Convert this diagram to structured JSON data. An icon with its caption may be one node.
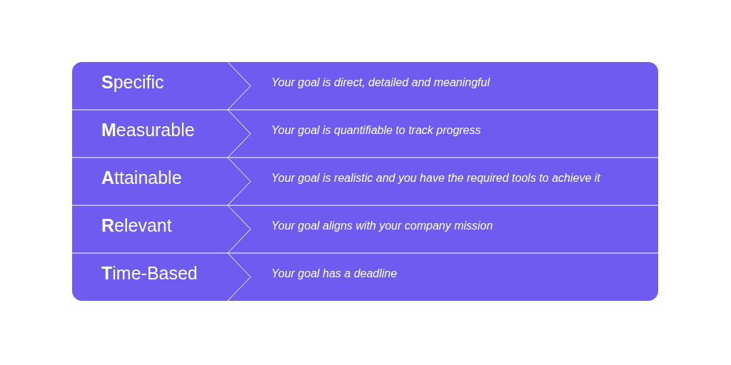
{
  "diagram": {
    "nodes": [
      {
        "text": [
          "**S**pecific"
        ]
      },
      {
        "text": [
          "Your goal is direct, detailed and meaningful"
        ]
      },
      {
        "text": [
          "**M**easurable"
        ]
      },
      {
        "text": [
          "Your  goal is quantifiable to track progress"
        ]
      },
      {
        "text": [
          "**A**ttainable"
        ]
      },
      {
        "text": [
          "Your goal is realistic and you have the required tools to achieve it"
        ]
      },
      {
        "text": [
          "**R**elevant"
        ]
      },
      {
        "text": [
          "Your goal aligns with your company mission"
        ]
      },
      {
        "text": [
          "**T**ime-Based"
        ]
      },
      {
        "text": [
          "Your goal has a deadline"
        ]
      }
    ],
    "edges": []
  }
}
